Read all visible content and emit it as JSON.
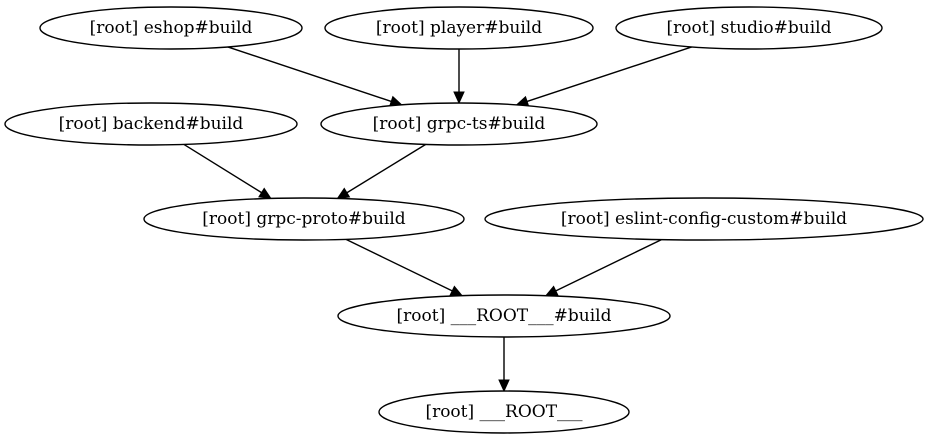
{
  "nodes": [
    {
      "id": "eshop",
      "label": "[root] eshop#build"
    },
    {
      "id": "player",
      "label": "[root] player#build"
    },
    {
      "id": "studio",
      "label": "[root] studio#build"
    },
    {
      "id": "backend",
      "label": "[root] backend#build"
    },
    {
      "id": "grpcts",
      "label": "[root] grpc-ts#build"
    },
    {
      "id": "grpcproto",
      "label": "[root] grpc-proto#build"
    },
    {
      "id": "eslint",
      "label": "[root] eslint-config-custom#build"
    },
    {
      "id": "rootbuild",
      "label": "[root] ___ROOT___#build"
    },
    {
      "id": "root",
      "label": "[root] ___ROOT___"
    }
  ],
  "edges": [
    {
      "from": "eshop",
      "to": "grpcts"
    },
    {
      "from": "player",
      "to": "grpcts"
    },
    {
      "from": "studio",
      "to": "grpcts"
    },
    {
      "from": "backend",
      "to": "grpcproto"
    },
    {
      "from": "grpcts",
      "to": "grpcproto"
    },
    {
      "from": "grpcproto",
      "to": "rootbuild"
    },
    {
      "from": "eslint",
      "to": "rootbuild"
    },
    {
      "from": "rootbuild",
      "to": "root"
    }
  ]
}
